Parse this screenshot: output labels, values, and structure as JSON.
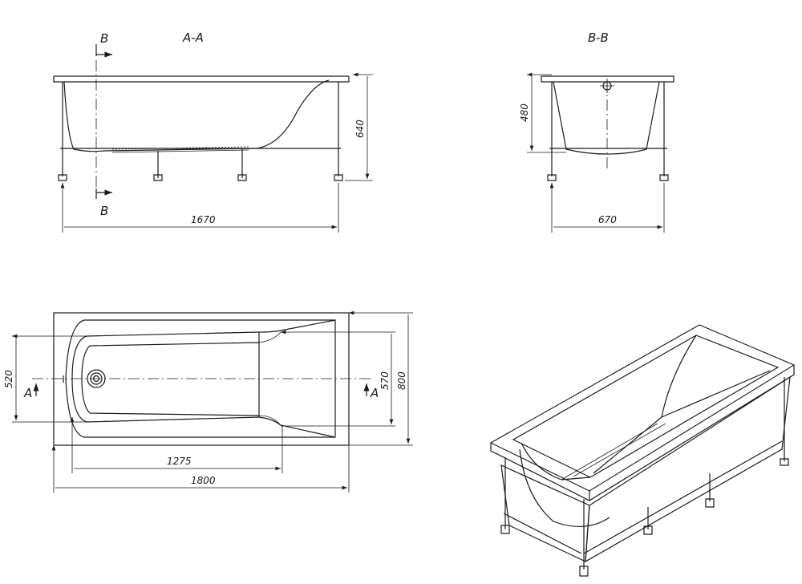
{
  "section_aa": {
    "title": "A-A",
    "cut_mark_top": "B",
    "cut_mark_bottom": "B",
    "length": "1670",
    "height": "640"
  },
  "section_bb": {
    "title": "B-B",
    "height": "480",
    "width": "670"
  },
  "plan_view": {
    "inner_width": "520",
    "basin_width": "570",
    "outer_width": "800",
    "basin_length": "1275",
    "outer_length": "1800",
    "cut_mark_left": "A",
    "cut_mark_right": "A"
  },
  "isometric_view": {}
}
